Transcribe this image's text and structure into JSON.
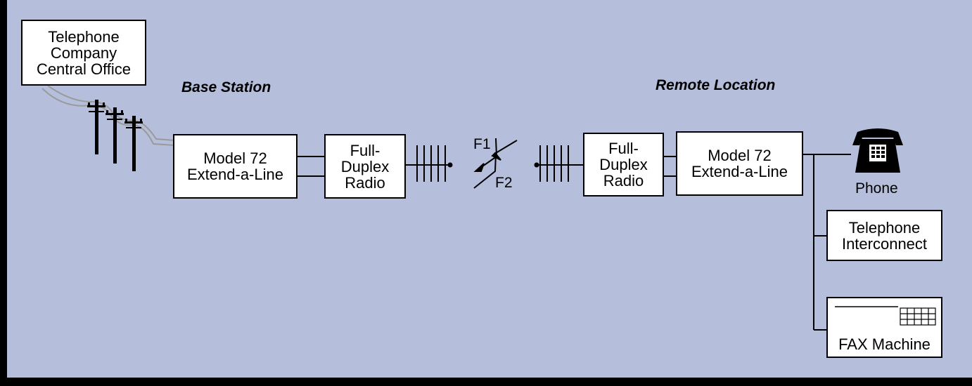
{
  "diagram": {
    "sections": {
      "base": "Base Station",
      "remote": "Remote Location"
    },
    "central_office": {
      "lines": [
        "Telephone",
        "Company",
        "Central Office"
      ]
    },
    "base_model": {
      "lines": [
        "Model 72",
        "Extend-a-Line"
      ]
    },
    "base_radio": {
      "lines": [
        "Full-",
        "Duplex",
        "Radio"
      ]
    },
    "remote_radio": {
      "lines": [
        "Full-",
        "Duplex",
        "Radio"
      ]
    },
    "remote_model": {
      "lines": [
        "Model 72",
        "Extend-a-Line"
      ]
    },
    "interconnect": {
      "lines": [
        "Telephone",
        "Interconnect"
      ]
    },
    "fax": {
      "label": "FAX Machine"
    },
    "phone": {
      "label": "Phone"
    },
    "frequencies": {
      "f1": "F1",
      "f2": "F2"
    },
    "colors": {
      "background": "#b5bfdc",
      "frame": "#000000",
      "box_fill": "#ffffff",
      "wire": "#9a9a9a"
    },
    "icons": [
      "utility-pole-icon",
      "antenna-icon",
      "radio-link-icon",
      "telephone-icon",
      "fax-keypad-icon"
    ]
  }
}
